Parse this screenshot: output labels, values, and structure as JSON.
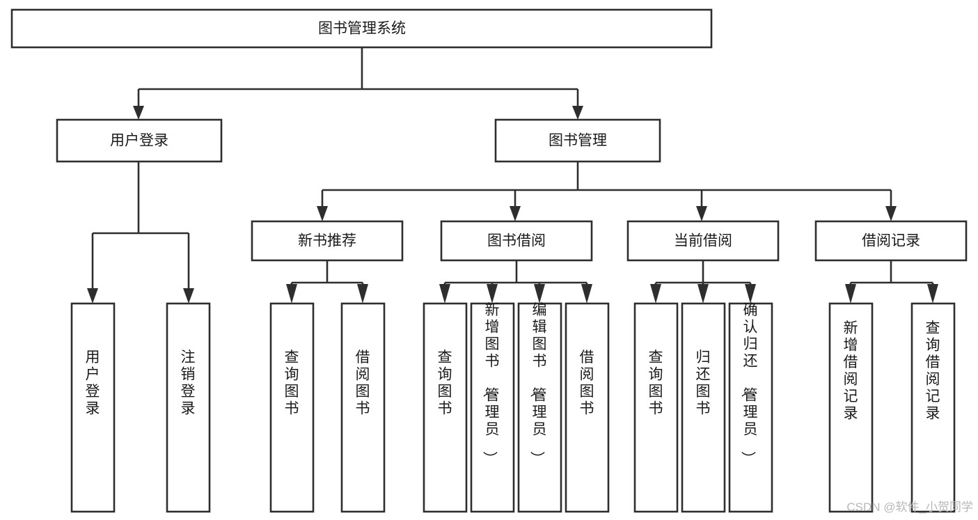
{
  "diagram": {
    "type": "tree",
    "title": "图书管理系统",
    "orientation": "top-down",
    "root": {
      "label": "图书管理系统"
    },
    "level1": [
      {
        "label": "用户登录"
      },
      {
        "label": "图书管理"
      }
    ],
    "level2": [
      {
        "label": "新书推荐",
        "parent": "图书管理"
      },
      {
        "label": "图书借阅",
        "parent": "图书管理"
      },
      {
        "label": "当前借阅",
        "parent": "图书管理"
      },
      {
        "label": "借阅记录",
        "parent": "图书管理"
      }
    ],
    "leaves": {
      "user_login": [
        {
          "label": "用户登录"
        },
        {
          "label": "注销登录"
        }
      ],
      "new_book_recommend": [
        {
          "label": "查询图书"
        },
        {
          "label": "借阅图书"
        }
      ],
      "book_borrow": [
        {
          "label": "查询图书"
        },
        {
          "label": "新增图书（管理员）"
        },
        {
          "label": "编辑图书（管理员）"
        },
        {
          "label": "借阅图书"
        }
      ],
      "current_borrow": [
        {
          "label": "查询图书"
        },
        {
          "label": "归还图书"
        },
        {
          "label": "确认归还（管理员）"
        }
      ],
      "borrow_record": [
        {
          "label": "新增借阅记录"
        },
        {
          "label": "查询借阅记录"
        }
      ]
    }
  },
  "watermark": {
    "text": "CSDN @软件_小贺同学"
  },
  "colors": {
    "stroke": "#2e2e2e",
    "fill": "#ffffff",
    "text": "#1a1a1a",
    "watermark": "#b8b8b8"
  }
}
